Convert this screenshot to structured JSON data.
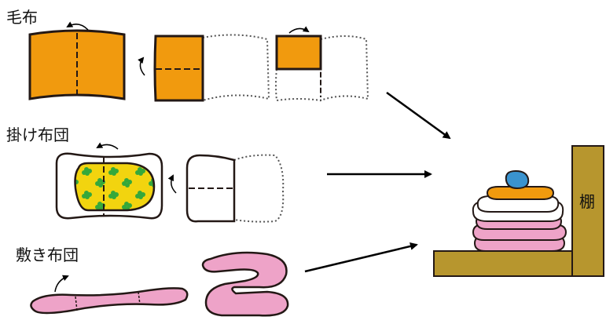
{
  "labels": {
    "blanket": "毛布",
    "comforter": "掛け布団",
    "mattress": "敷き布団",
    "shelf": "棚"
  },
  "colors": {
    "blanket_orange": "#F19A0E",
    "comforter_yellow": "#F2D40F",
    "leaf_green": "#35A83B",
    "mattress_pink": "#EEA3C8",
    "shelf_brown": "#B7962E",
    "pillow_blue": "#3A93CF",
    "outline": "#231815"
  },
  "icons": [
    "fold-arrow-icon",
    "arrow-right-icon",
    "leaf-pattern-icon"
  ]
}
